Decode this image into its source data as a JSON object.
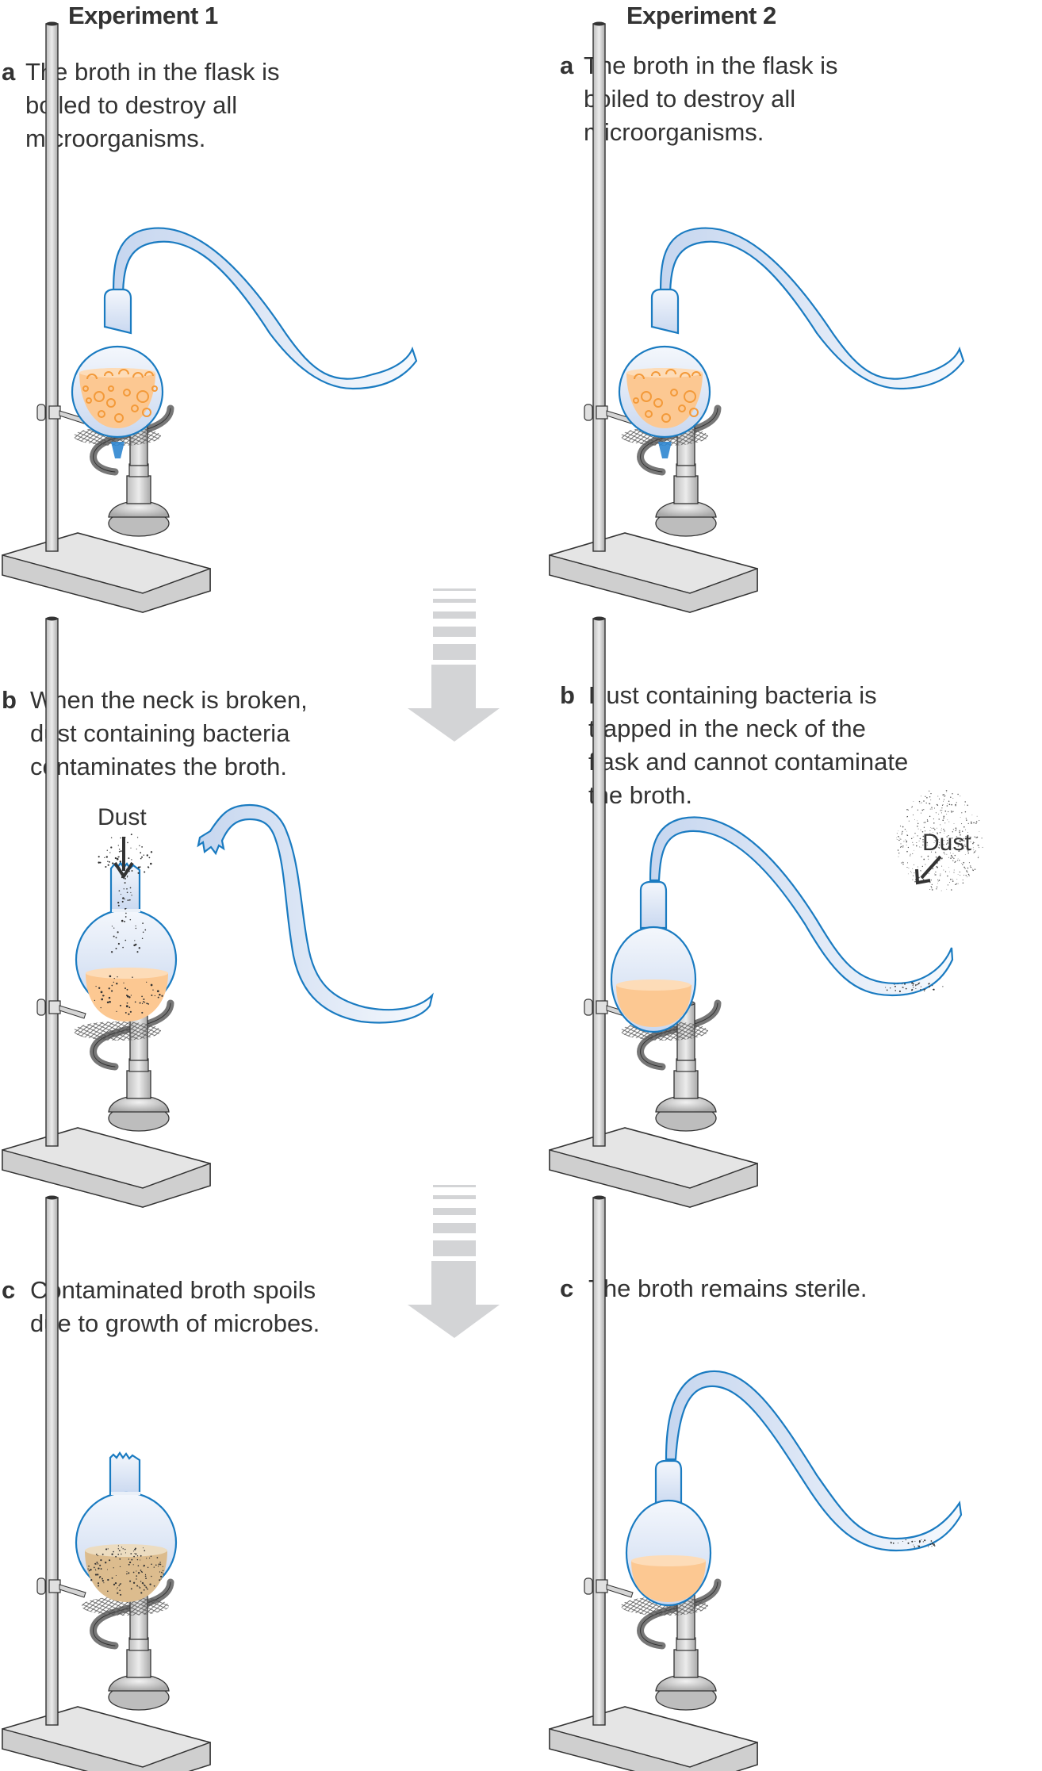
{
  "columns": [
    {
      "title": "Experiment 1",
      "steps": [
        {
          "letter": "a",
          "text": "The broth in the flask is\nboiled to destroy all\nmicroorganisms."
        },
        {
          "letter": "b",
          "text": "When the neck is broken,\ndust containing bacteria\ncontaminates the broth."
        },
        {
          "letter": "c",
          "text": "Contaminated broth spoils\ndue to growth of microbes."
        }
      ]
    },
    {
      "title": "Experiment 2",
      "steps": [
        {
          "letter": "a",
          "text": "The broth in the flask is\nboiled to destroy all\nmicroorganisms."
        },
        {
          "letter": "b",
          "text": "Dust containing bacteria is\ntrapped in the neck of the\nflask and cannot contaminate\nthe broth."
        },
        {
          "letter": "c",
          "text": "The broth remains sterile."
        }
      ]
    }
  ],
  "labels": {
    "dust_exp1": "Dust",
    "dust_exp2": "Dust"
  },
  "colors": {
    "glass_outline": "#1a7bc1",
    "glass_fill": "#dfe8f6",
    "broth": "#fcc892",
    "broth_surface": "#fddcb8",
    "bubbles": "#f39a3a",
    "spoiled_broth": "#dcbc8e",
    "flame": "#2f86d0",
    "arrow_gray": "#d3d4d6",
    "stand_gray": "#d8d8d8",
    "text": "#333333"
  }
}
